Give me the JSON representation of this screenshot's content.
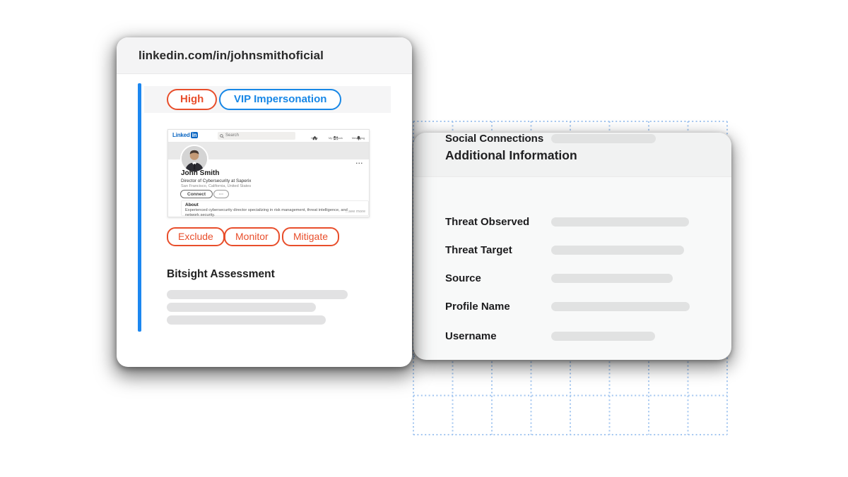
{
  "colors": {
    "accent_orange": "#E84E2B",
    "accent_blue": "#1787E6",
    "line_blue": "#1C87F0",
    "linkedin_blue": "#0A66C2",
    "grid_blue": "#A3C6F0",
    "bar_gray": "#E2E2E3"
  },
  "left_card": {
    "url": "linkedin.com/in/johnsmithoficial",
    "badges": {
      "severity": "High",
      "type": "VIP Impersonation"
    },
    "actions": {
      "exclude": "Exclude",
      "monitor": "Monitor",
      "mitigate": "Mitigate"
    },
    "assessment": {
      "title": "Bitsight Assessment",
      "bars": [
        {
          "style": "width:256px"
        },
        {
          "style": "width:211px"
        },
        {
          "style": "width:225px"
        }
      ]
    }
  },
  "linkedin": {
    "logo_text": "Linked",
    "logo_badge": "in",
    "search_placeholder": "Search",
    "nav": {
      "home": "Home",
      "network": "My Network",
      "messaging": "Messaging"
    },
    "card_menu": "...",
    "profile": {
      "name": "John Smith",
      "headline": "Director of Cybersecurity at Saperix",
      "location": "San Francisco, California, United States",
      "connect": "Connect",
      "more": "···",
      "about_title": "About",
      "about_text": "Experienced cybersecurity director specializing in risk management, threat intelligence, and network security.",
      "see_more": "...see more"
    }
  },
  "right_card": {
    "title": "Additional Information",
    "rows": [
      {
        "label": "Threat Observed",
        "bar_style": "width:195px"
      },
      {
        "label": "Threat Target",
        "bar_style": "width:188px"
      },
      {
        "label": "Source",
        "bar_style": "width:172px"
      },
      {
        "label": "Profile Name",
        "bar_style": "width:196px"
      },
      {
        "label": "Username",
        "bar_style": "width:147px"
      },
      {
        "label": "Social Connections",
        "bar_style": "width:148px"
      }
    ]
  }
}
